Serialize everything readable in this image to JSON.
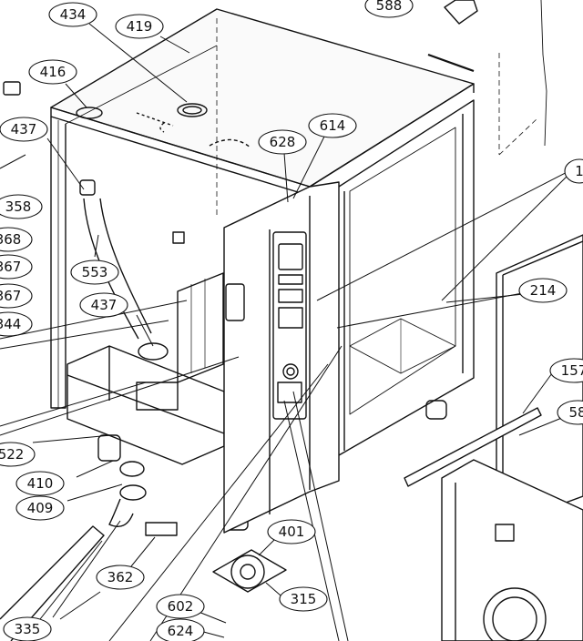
{
  "diagram": {
    "colors": {
      "line": "#111111",
      "background": "#ffffff",
      "callout_fill": "#ffffff"
    },
    "callouts": [
      {
        "id": "c434",
        "label": "434"
      },
      {
        "id": "c419",
        "label": "419"
      },
      {
        "id": "c588",
        "label": "588"
      },
      {
        "id": "c416",
        "label": "416"
      },
      {
        "id": "c437a",
        "label": "437"
      },
      {
        "id": "c628",
        "label": "628"
      },
      {
        "id": "c614",
        "label": "614"
      },
      {
        "id": "c358",
        "label": "358"
      },
      {
        "id": "c368",
        "label": "368"
      },
      {
        "id": "c367a",
        "label": "367"
      },
      {
        "id": "c367b",
        "label": "367"
      },
      {
        "id": "c344",
        "label": "344"
      },
      {
        "id": "c553",
        "label": "553"
      },
      {
        "id": "c437b",
        "label": "437"
      },
      {
        "id": "c214",
        "label": "214"
      },
      {
        "id": "c157",
        "label": "157"
      },
      {
        "id": "c58",
        "label": "58"
      },
      {
        "id": "c1",
        "label": "1"
      },
      {
        "id": "c522",
        "label": "522"
      },
      {
        "id": "c410",
        "label": "410"
      },
      {
        "id": "c409",
        "label": "409"
      },
      {
        "id": "c401",
        "label": "401"
      },
      {
        "id": "c362",
        "label": "362"
      },
      {
        "id": "c315",
        "label": "315"
      },
      {
        "id": "c602",
        "label": "602"
      },
      {
        "id": "c624",
        "label": "624"
      },
      {
        "id": "c335",
        "label": "335"
      }
    ]
  }
}
